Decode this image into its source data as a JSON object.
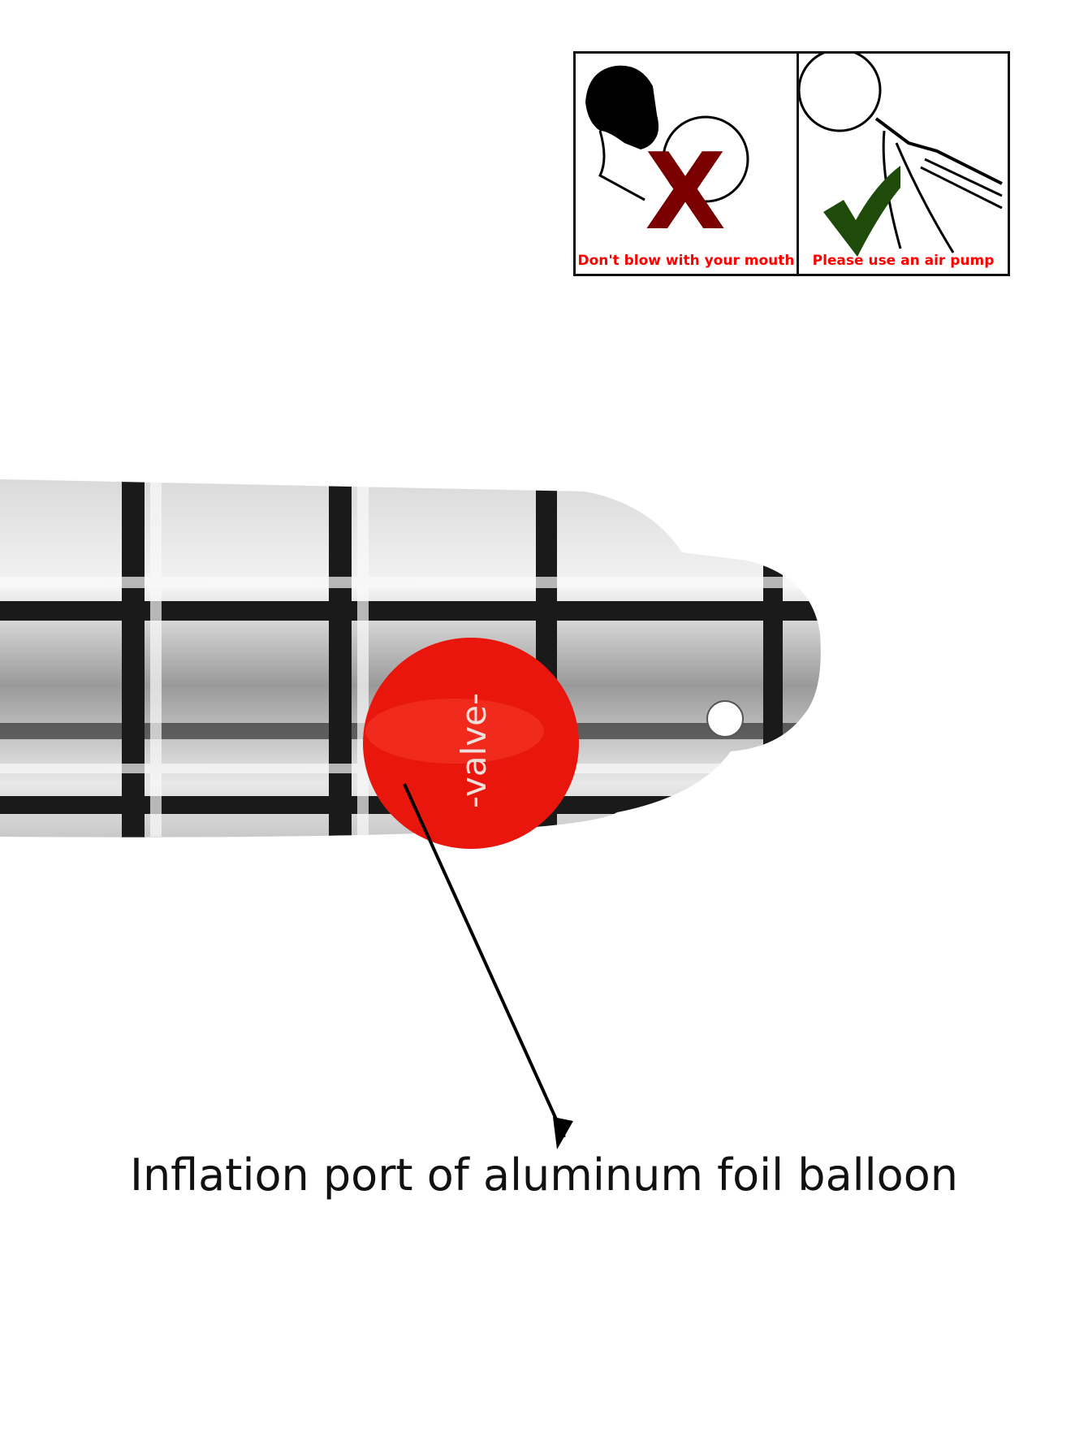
{
  "instructions": {
    "wrong": {
      "label": "Don't blow with your mouth",
      "icon": "x-mark-icon",
      "color": "#7a0000"
    },
    "right": {
      "label": "Please use an air pump",
      "icon": "check-mark-icon",
      "color": "#1e4a0a"
    }
  },
  "valve_label": "-valve-",
  "caption": "Inflation port of aluminum foil balloon",
  "colors": {
    "valve": "#e8160c",
    "warning_text": "#ff0000"
  }
}
